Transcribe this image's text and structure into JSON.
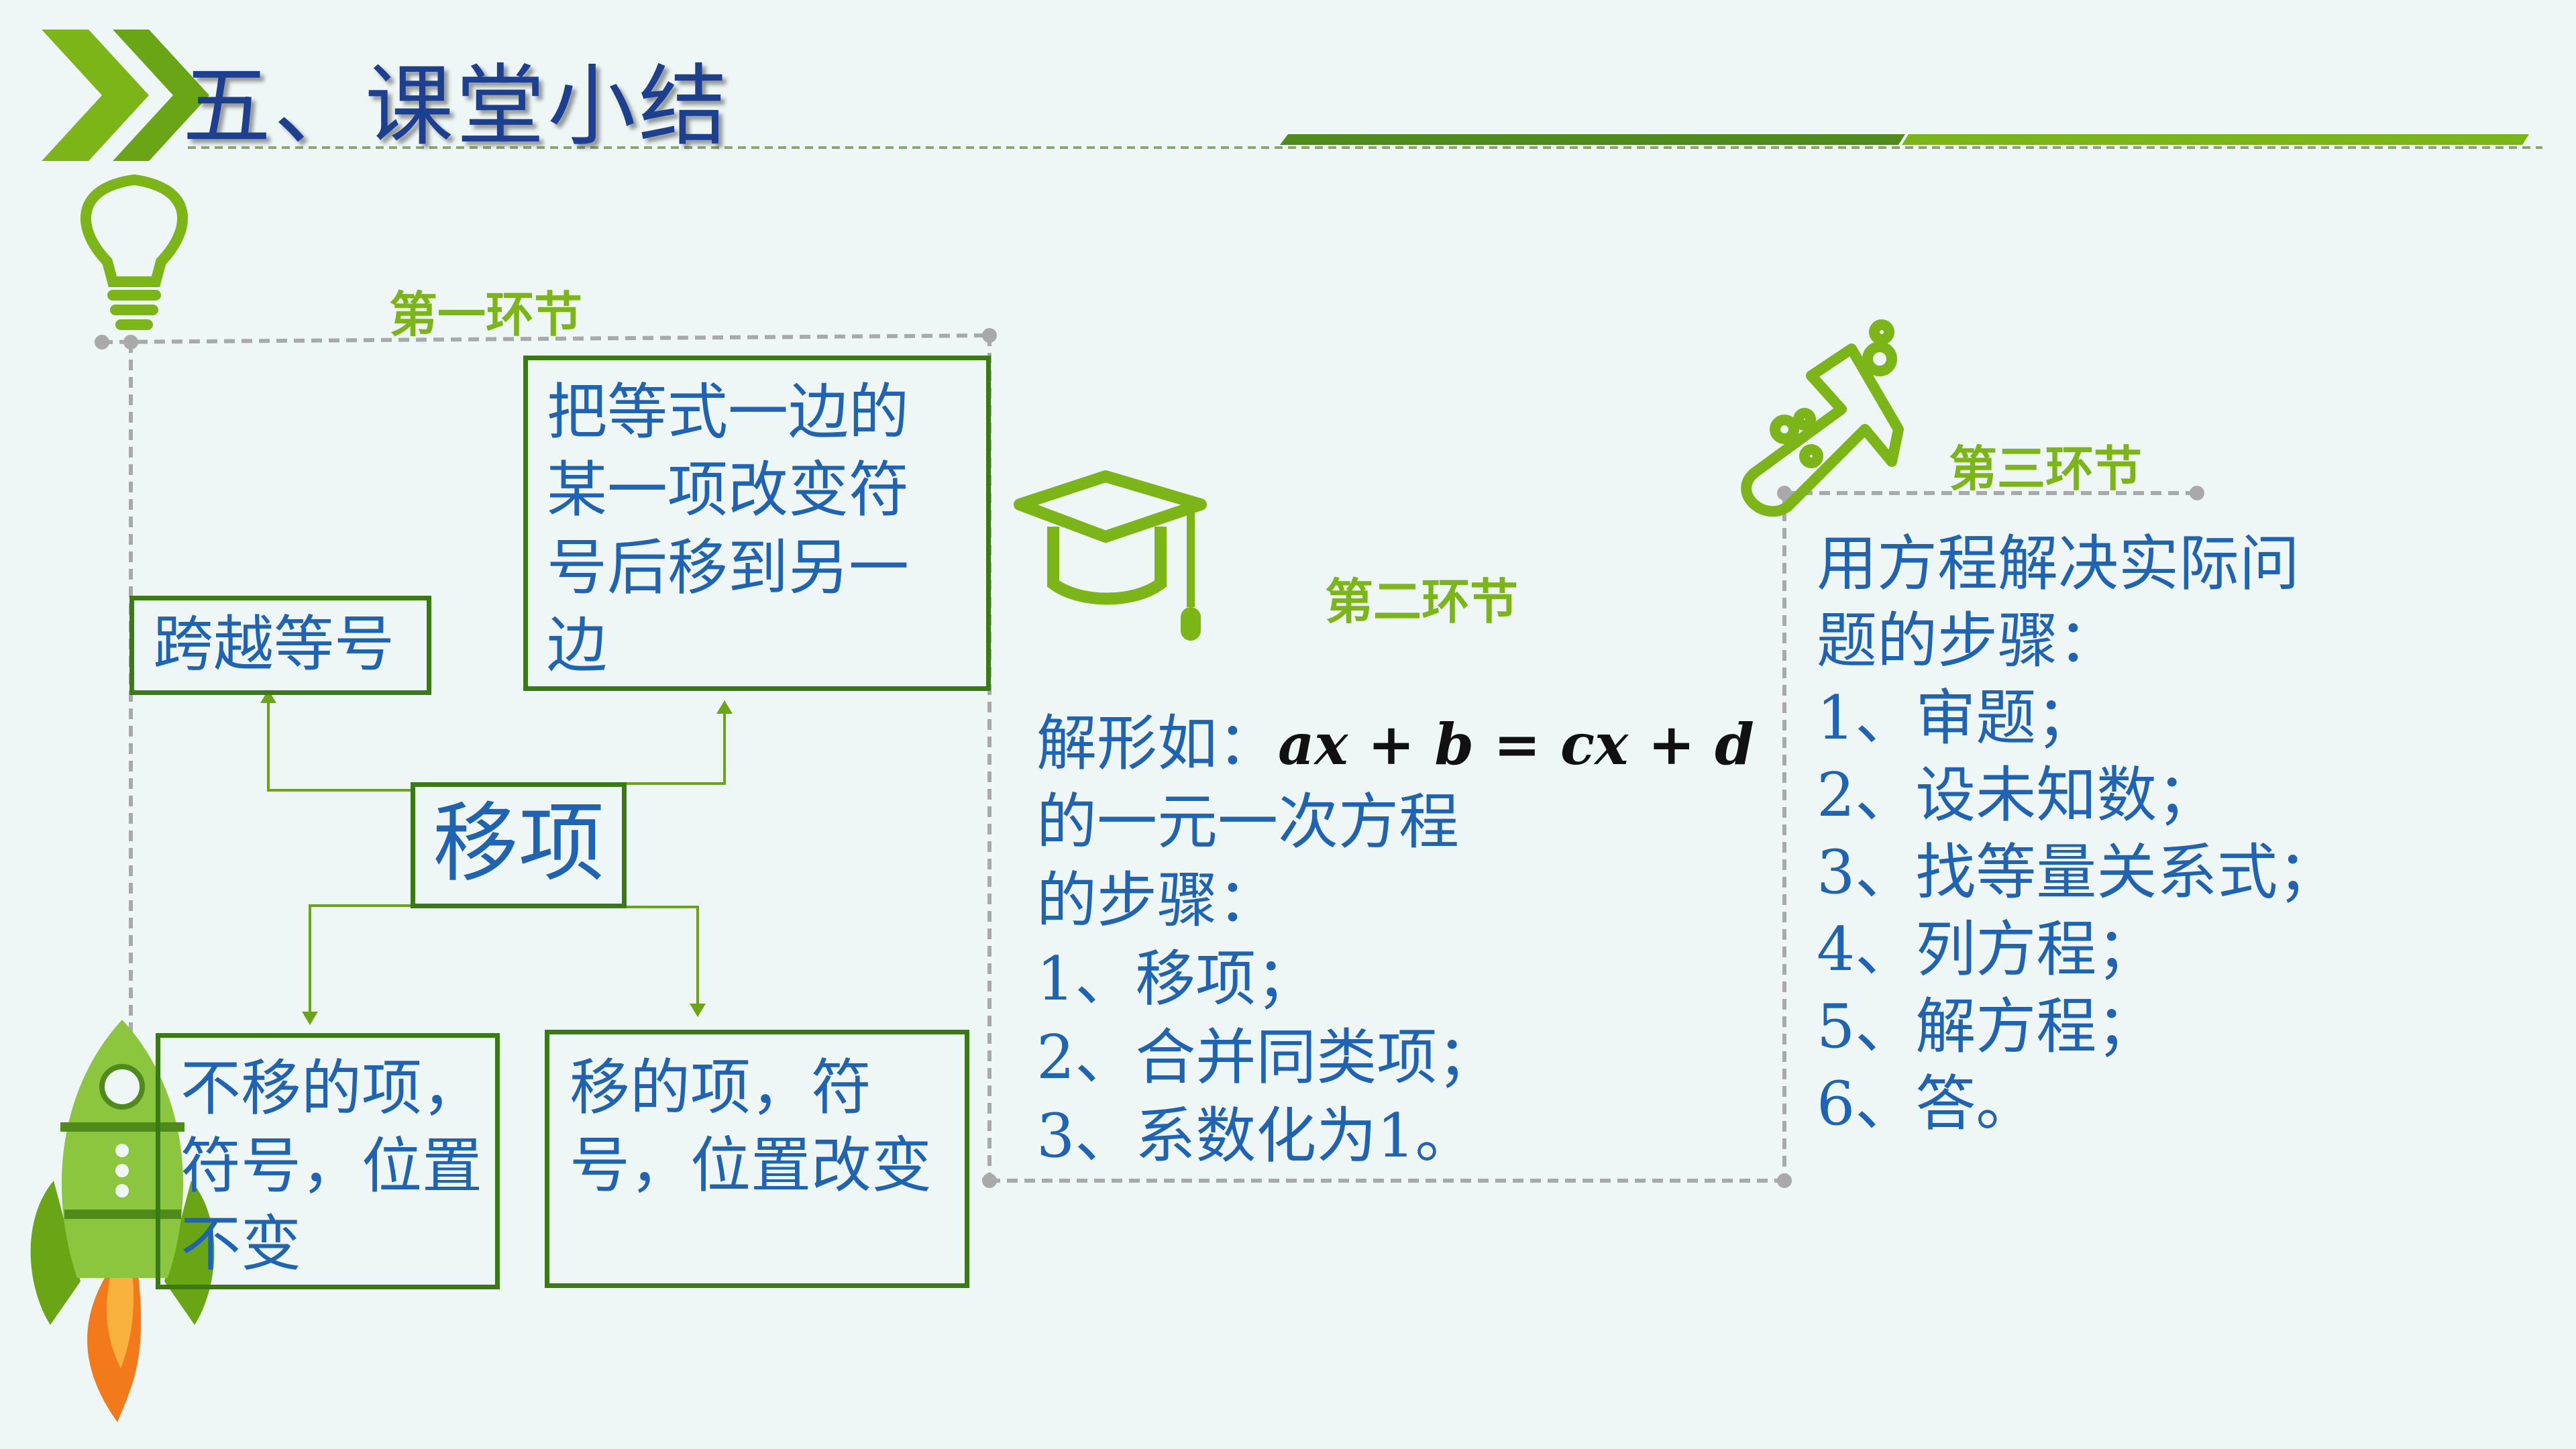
{
  "header": {
    "title": "五、课堂小结"
  },
  "stages": {
    "one": "第一环节",
    "two": "第二环节",
    "three": "第三环节"
  },
  "concept_map": {
    "center": "移项",
    "left_top": "跨越等号",
    "right_top": "把等式一边的某一项改变符号后移到另一边",
    "left_bottom": "不移的项，符号，位置不变",
    "right_bottom": "移的项，符号，位置改变"
  },
  "stage_two": {
    "intro": "解形如：",
    "formula": "ax + b = cx + d",
    "lines": [
      "的一元一次方程",
      "的步骤：",
      "1、移项；",
      "2、合并同类项；",
      "3、系数化为1。"
    ]
  },
  "stage_three": {
    "lines": [
      "用方程解决实际问",
      "题的步骤：",
      "1、审题；",
      "2、设未知数；",
      "3、找等量关系式；",
      "4、列方程；",
      "5、解方程；",
      "6、答。"
    ]
  },
  "icons": [
    "double-chevron-icon",
    "lightbulb-icon",
    "graduation-cap-icon",
    "flask-icon",
    "rocket-icon"
  ],
  "colors": {
    "accent_green": "#7cb518",
    "dark_green": "#3a7a14",
    "text_blue": "#1e63b4",
    "title_blue": "#1c3f8f"
  }
}
